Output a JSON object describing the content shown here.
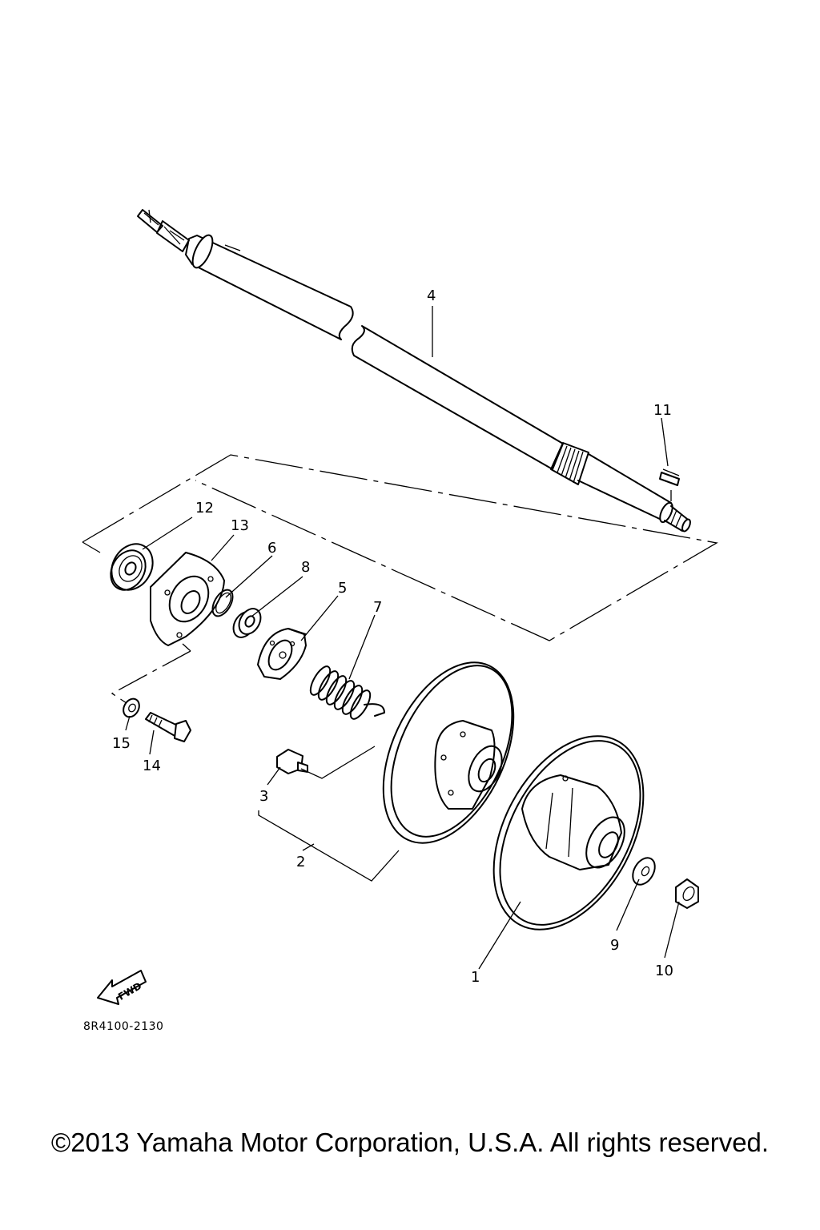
{
  "diagram": {
    "callouts": [
      "1",
      "2",
      "3",
      "4",
      "5",
      "6",
      "7",
      "8",
      "9",
      "10",
      "11",
      "12",
      "13",
      "14",
      "15"
    ],
    "drawing_code": "8R4100-2130",
    "fwd_label": "FWD"
  },
  "footer": {
    "copyright": "©2013 Yamaha Motor Corporation, U.S.A. All rights reserved."
  }
}
